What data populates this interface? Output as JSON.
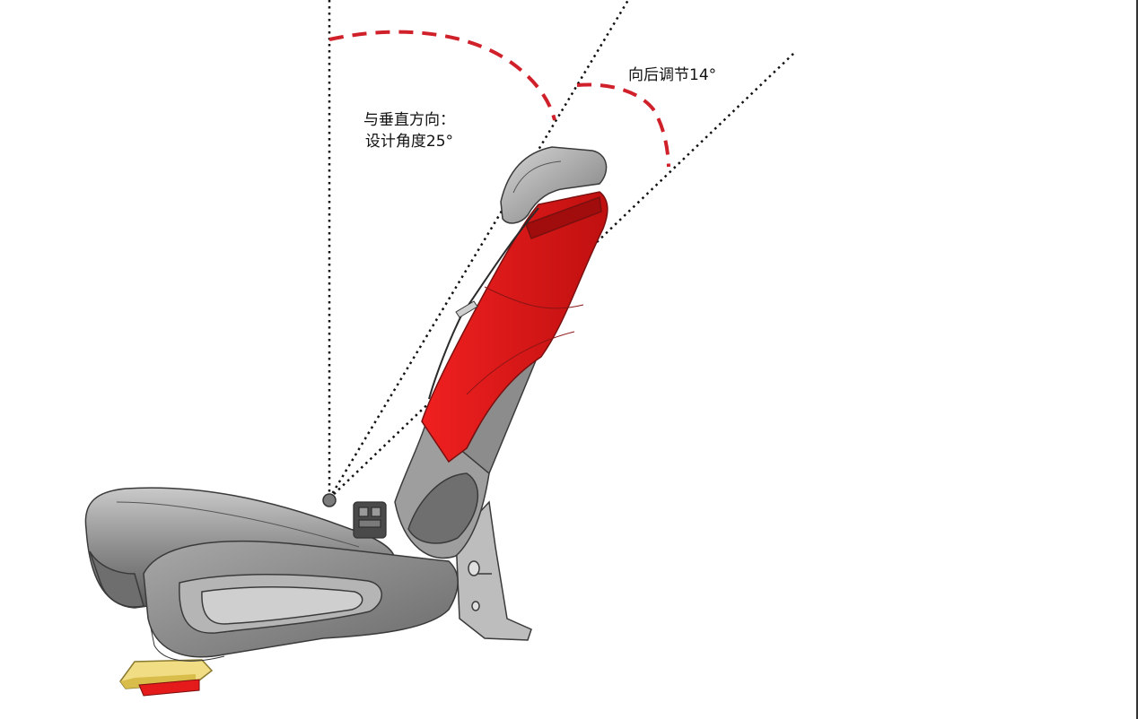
{
  "annotations": {
    "vertical_label_line1": "与垂直方向：",
    "vertical_label_line2": "设计角度25°",
    "backward_adjust_label": "向后调节14°"
  },
  "angles": {
    "design_from_vertical_deg": 25,
    "backward_adjust_deg": 14
  },
  "colors": {
    "highlight": "#e8191b",
    "arc": "#d0202a",
    "guide_line": "#111111",
    "seat_body": "#8d8d8d",
    "seat_edge": "#3a3a3a",
    "base_pad": "#f1dd84"
  }
}
